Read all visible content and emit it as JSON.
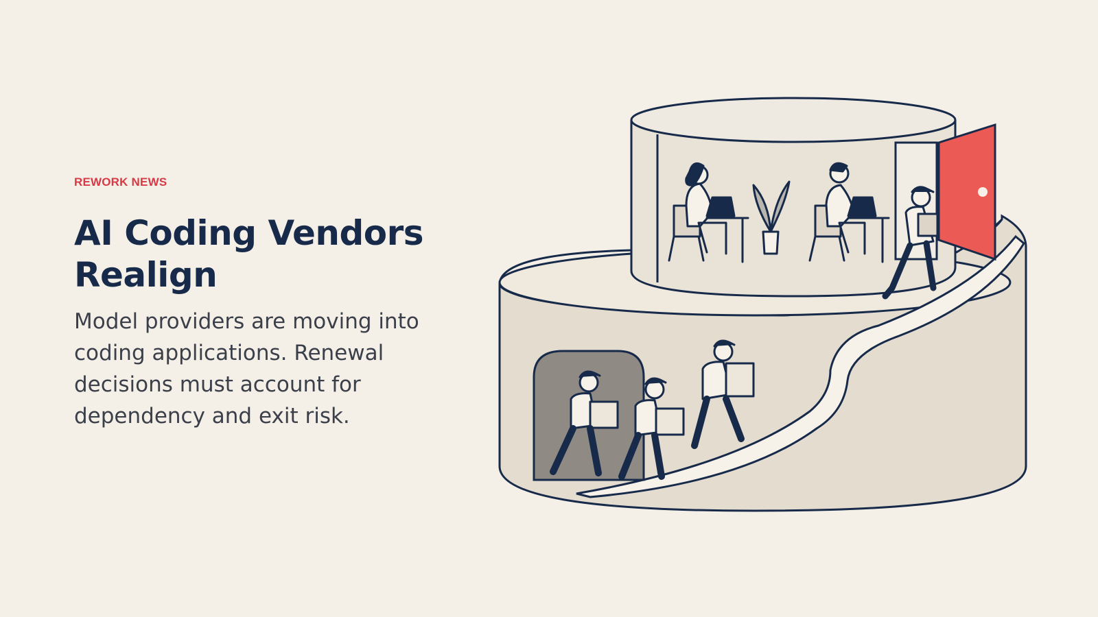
{
  "kicker": "REWORK NEWS",
  "headline": "AI Coding Vendors Realign",
  "body": "Model providers are moving into coding applications. Renewal decisions must account for dependency and exit risk.",
  "colors": {
    "background": "#f4f0e8",
    "accent": "#d63a45",
    "navy": "#172a4a",
    "body_text": "#3b3f4a",
    "door": "#ec5a56",
    "wall": "#e3dccf"
  },
  "illustration": {
    "icon": "two-tier-office-moving-illustration"
  }
}
